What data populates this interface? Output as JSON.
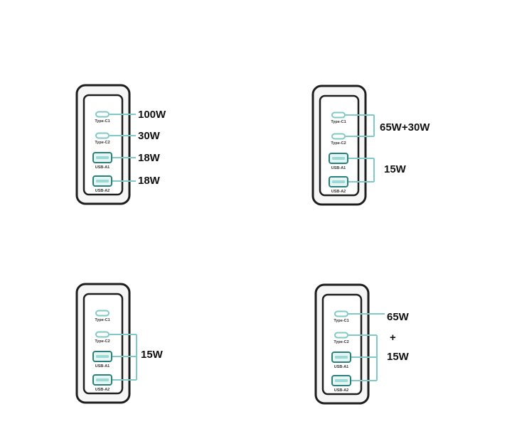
{
  "port_labels": [
    "Type-C1",
    "Type-C2",
    "USB-A1",
    "USB-A2"
  ],
  "scenarios": [
    {
      "outputs": [
        {
          "label": "100W",
          "ports": [
            "Type-C1"
          ]
        },
        {
          "label": "30W",
          "ports": [
            "Type-C2"
          ]
        },
        {
          "label": "18W",
          "ports": [
            "USB-A1"
          ]
        },
        {
          "label": "18W",
          "ports": [
            "USB-A2"
          ]
        }
      ]
    },
    {
      "outputs": [
        {
          "label": "65W+30W",
          "ports": [
            "Type-C1",
            "Type-C2"
          ]
        },
        {
          "label": "15W",
          "ports": [
            "USB-A1",
            "USB-A2"
          ]
        }
      ]
    },
    {
      "outputs": [
        {
          "label": "15W",
          "ports": [
            "Type-C2",
            "USB-A1",
            "USB-A2"
          ]
        }
      ]
    },
    {
      "outputs": [
        {
          "label": "65W",
          "ports": [
            "Type-C1"
          ]
        },
        {
          "label": "+",
          "ports": []
        },
        {
          "label": "15W",
          "ports": [
            "Type-C2",
            "USB-A1",
            "USB-A2"
          ]
        }
      ]
    }
  ],
  "colors": {
    "accent": "#7fc9c6",
    "accent_dark": "#2d7f7b",
    "frame": "#1e1e1e"
  }
}
